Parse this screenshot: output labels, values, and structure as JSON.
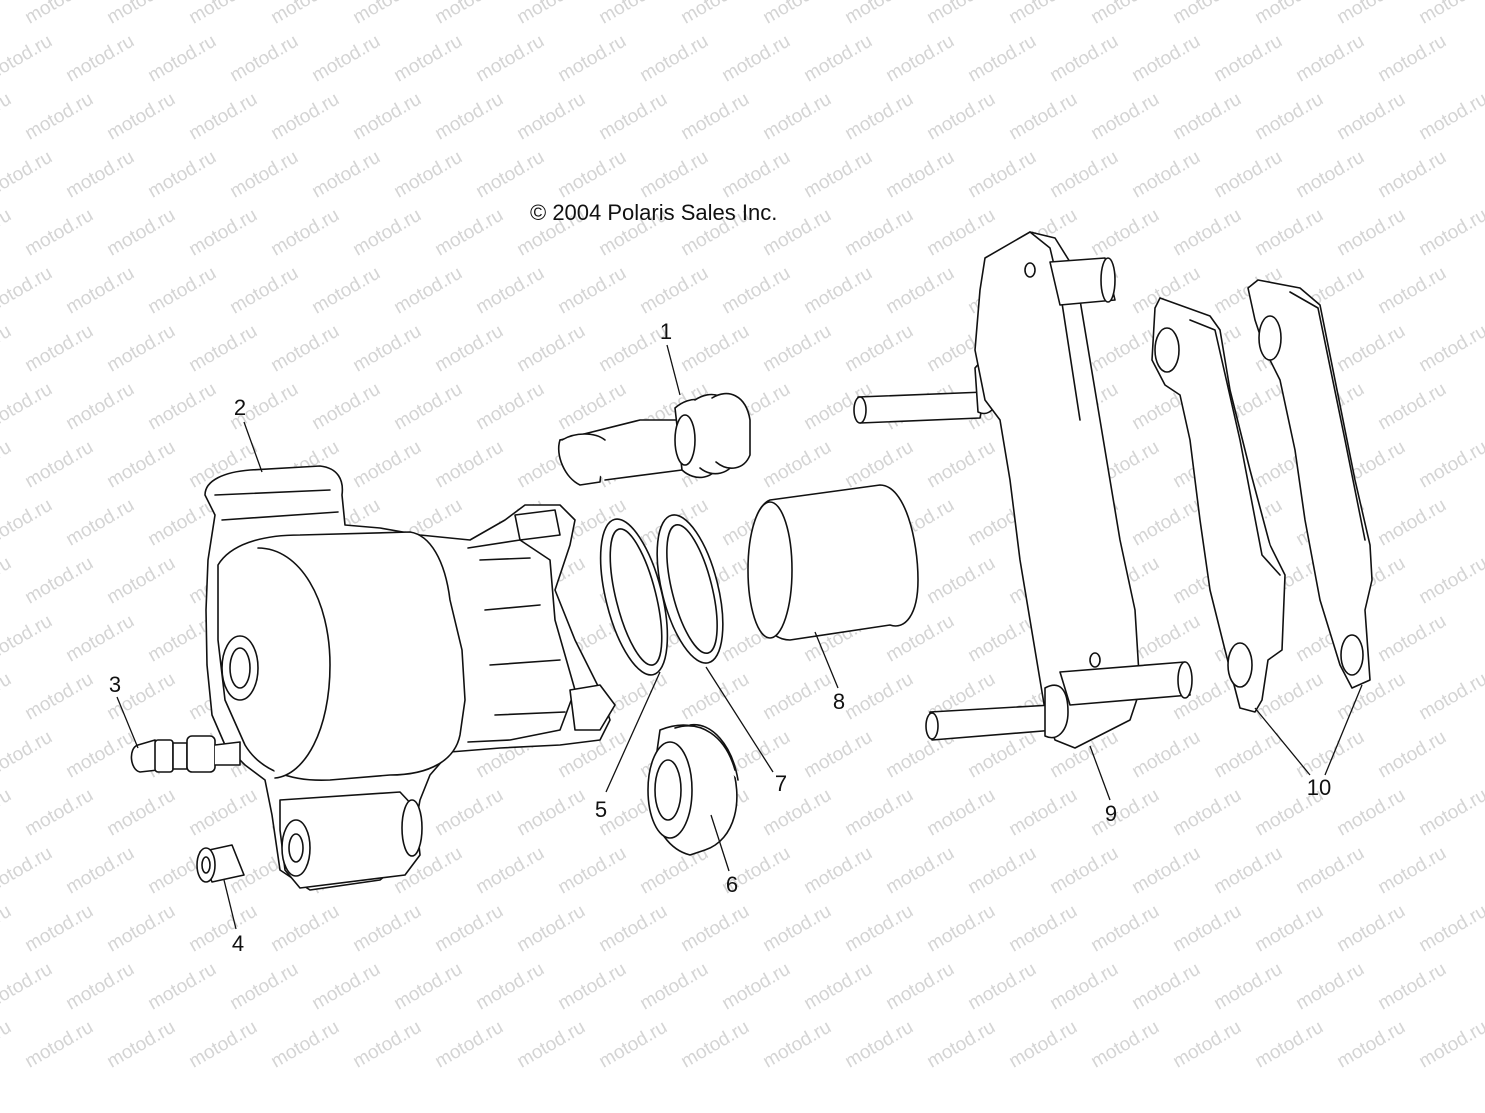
{
  "copyright": "© 2004 Polaris Sales Inc.",
  "watermark": "motod.ru",
  "callouts": [
    {
      "id": "1",
      "label": "1"
    },
    {
      "id": "2",
      "label": "2"
    },
    {
      "id": "3",
      "label": "3"
    },
    {
      "id": "4",
      "label": "4"
    },
    {
      "id": "5",
      "label": "5"
    },
    {
      "id": "6",
      "label": "6"
    },
    {
      "id": "7",
      "label": "7"
    },
    {
      "id": "8",
      "label": "8"
    },
    {
      "id": "9",
      "label": "9"
    },
    {
      "id": "10",
      "label": "10"
    }
  ]
}
